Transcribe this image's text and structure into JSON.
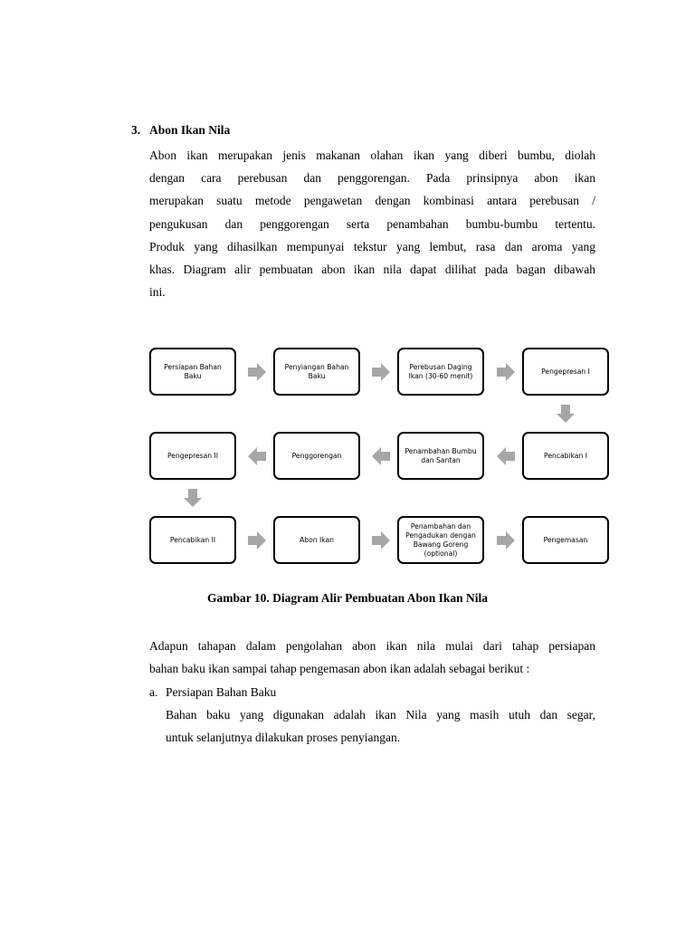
{
  "section": {
    "number": "3.",
    "title": "Abon Ikan Nila"
  },
  "intro_lines": [
    "Abon ikan merupakan jenis makanan olahan ikan yang diberi bumbu, diolah",
    "dengan cara perebusan dan penggorengan. Pada prinsipnya abon ikan",
    "merupakan suatu metode pengawetan dengan kombinasi antara perebusan /",
    "pengukusan dan penggorengan serta penambahan bumbu-bumbu tertentu.",
    "Produk yang dihasilkan mempunyai tekstur yang lembut, rasa dan aroma yang",
    "khas. Diagram alir pembuatan abon ikan nila dapat dilihat pada bagan dibawah",
    "ini."
  ],
  "flow": {
    "steps": [
      "Persiapan Bahan Baku",
      "Penyiangan Bahan Baku",
      "Perebusan Daging Ikan (30-60 menit)",
      "Pengepresan I",
      "Pencabikan I",
      "Penambahan Bumbu dan Santan",
      "Penggorengan",
      "Pengepresan II",
      "Pencabikan II",
      "Abon Ikan",
      "Penambahan dan Pengadukan dengan Bawang Goreng (optional)",
      "Pengemasan"
    ],
    "arrow_color": "#a6a6a6"
  },
  "caption": "Gambar 10. Diagram Alir Pembuatan Abon Ikan Nila",
  "after_lines": [
    "Adapun tahapan dalam pengolahan abon ikan nila mulai dari tahap persiapan",
    "bahan baku ikan sampai tahap pengemasan abon ikan adalah sebagai berikut :"
  ],
  "subsection_a": {
    "letter": "a.",
    "title": "Persiapan Bahan Baku",
    "lines": [
      "Bahan baku yang digunakan adalah ikan Nila yang masih utuh dan segar,",
      "untuk selanjutnya dilakukan proses penyiangan."
    ]
  }
}
